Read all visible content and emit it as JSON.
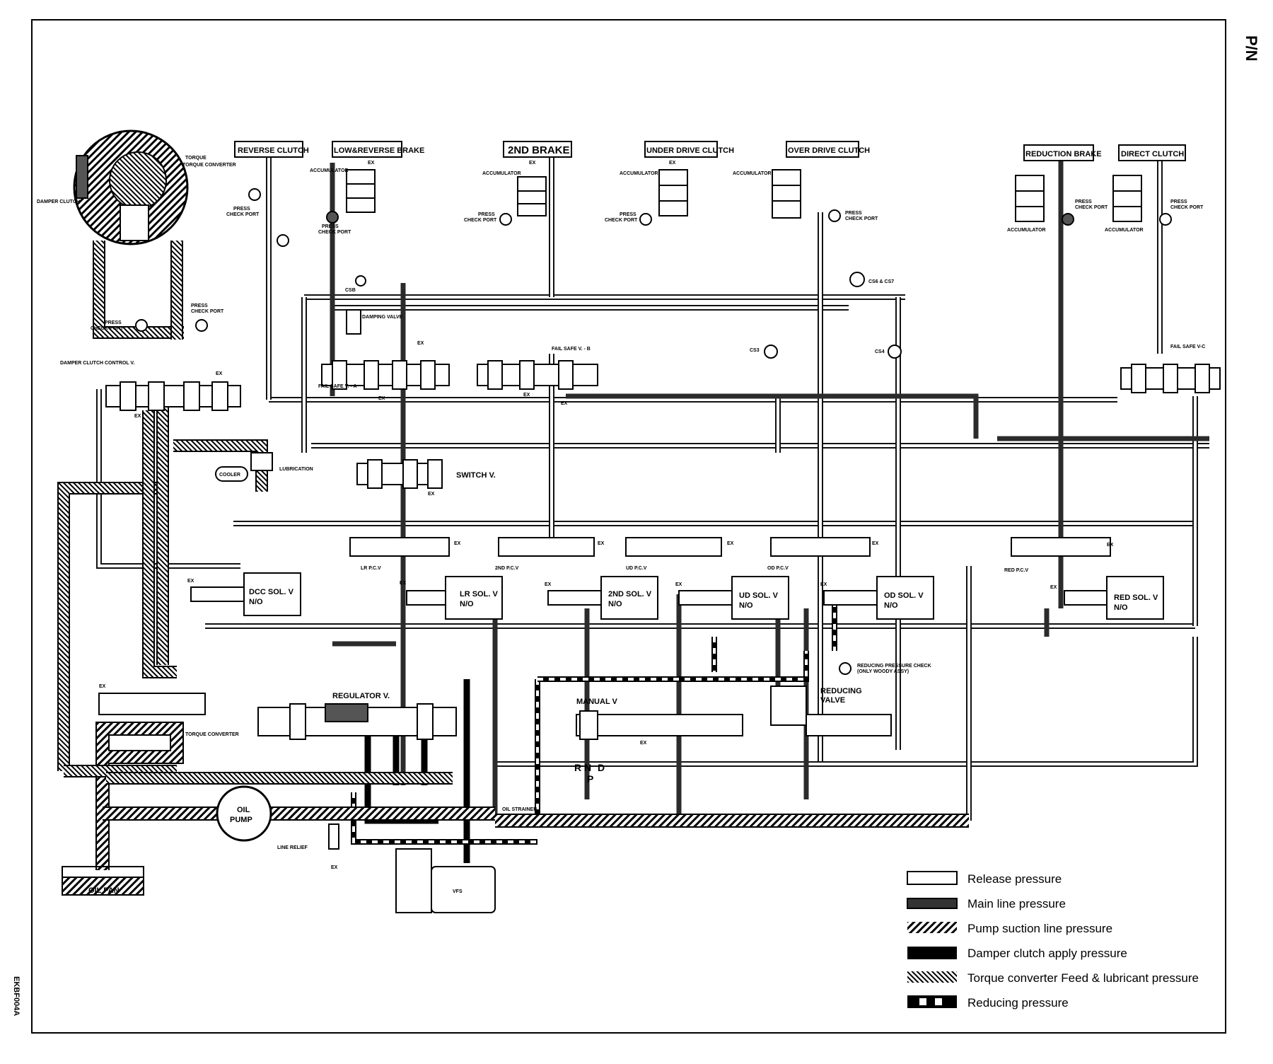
{
  "page_marker": "P/N",
  "figure_code": "EKBF004A",
  "components": {
    "reverse_clutch": "REVERSE CLUTCH",
    "low_reverse_brake": "LOW&REVERSE BRAKE",
    "second_brake": "2ND BRAKE",
    "under_drive_clutch": "UNDER DRIVE CLUTCH",
    "over_drive_clutch": "OVER DRIVE CLUTCH",
    "reduction_brake": "REDUCTION BRAKE",
    "direct_clutch": "DIRECT CLUTCH",
    "torque_converter": "TORQUE CONVERTER",
    "damper_clutch": "DAMPER CLUTCH",
    "damper_clutch_control_v": "DAMPER CLUTCH CONTROL V.",
    "fail_safe_a": "FAIL SAFE V. - A",
    "fail_safe_b": "FAIL SAFE V. - B",
    "fail_safe_c": "FAIL SAFE  V-C",
    "damping_valve": "DAMPING VALVE",
    "switch_v": "SWITCH  V.",
    "cooler": "COOLER",
    "lubrication": "LUBRICATION",
    "lr_pcv": "LR P.C.V",
    "second_pcv": "2ND P.C.V",
    "ud_pcv": "UD P.C.V",
    "od_pcv": "OD P.C.V",
    "red_pcv": "RED P.C.V",
    "dcc_sol": "DCC SOL.  V",
    "lr_sol": "LR SOL.  V",
    "second_sol": "2ND SOL.  V",
    "ud_sol": "UD SOL.  V",
    "od_sol": "OD SOL.  V",
    "red_sol": "RED SOL.  V",
    "n_o": "N/O",
    "regulator_v": "REGULATOR V.",
    "manual_v": "MANUAL  V",
    "reducing_valve_1": "REDUCING",
    "reducing_valve_2": "VALVE",
    "reducing_check": "REDUCING PRESSURE CHECK",
    "reducing_check_2": "(ONLY WOODY ASSY)",
    "oil_strainer": "OIL STRAINER",
    "oil_pump_1": "OIL",
    "oil_pump_2": "PUMP",
    "line_relief": "LINE RELIEF",
    "vfs": "VFS",
    "oil_pan": "OIL PAN",
    "accumulator": "ACCUMULATOR",
    "press_check_port_1": "PRESS",
    "press_check_port_2": "CHECK PORT",
    "ex": "EX",
    "csb": "CSB",
    "csb_csr": "CS6 & CS7",
    "cs3": "CS3",
    "cs4": "CS4",
    "shift_r": "R",
    "shift_n": "N",
    "shift_d": "D",
    "shift_p": "P"
  },
  "legend": [
    {
      "key": "release",
      "label": "Release pressure"
    },
    {
      "key": "main",
      "label": "Main line pressure"
    },
    {
      "key": "suction",
      "label": "Pump suction line pressure"
    },
    {
      "key": "damper",
      "label": "Damper clutch apply pressure"
    },
    {
      "key": "tcfeed",
      "label": "Torque converter Feed & lubricant pressure"
    },
    {
      "key": "reducing",
      "label": "Reducing pressure"
    }
  ]
}
